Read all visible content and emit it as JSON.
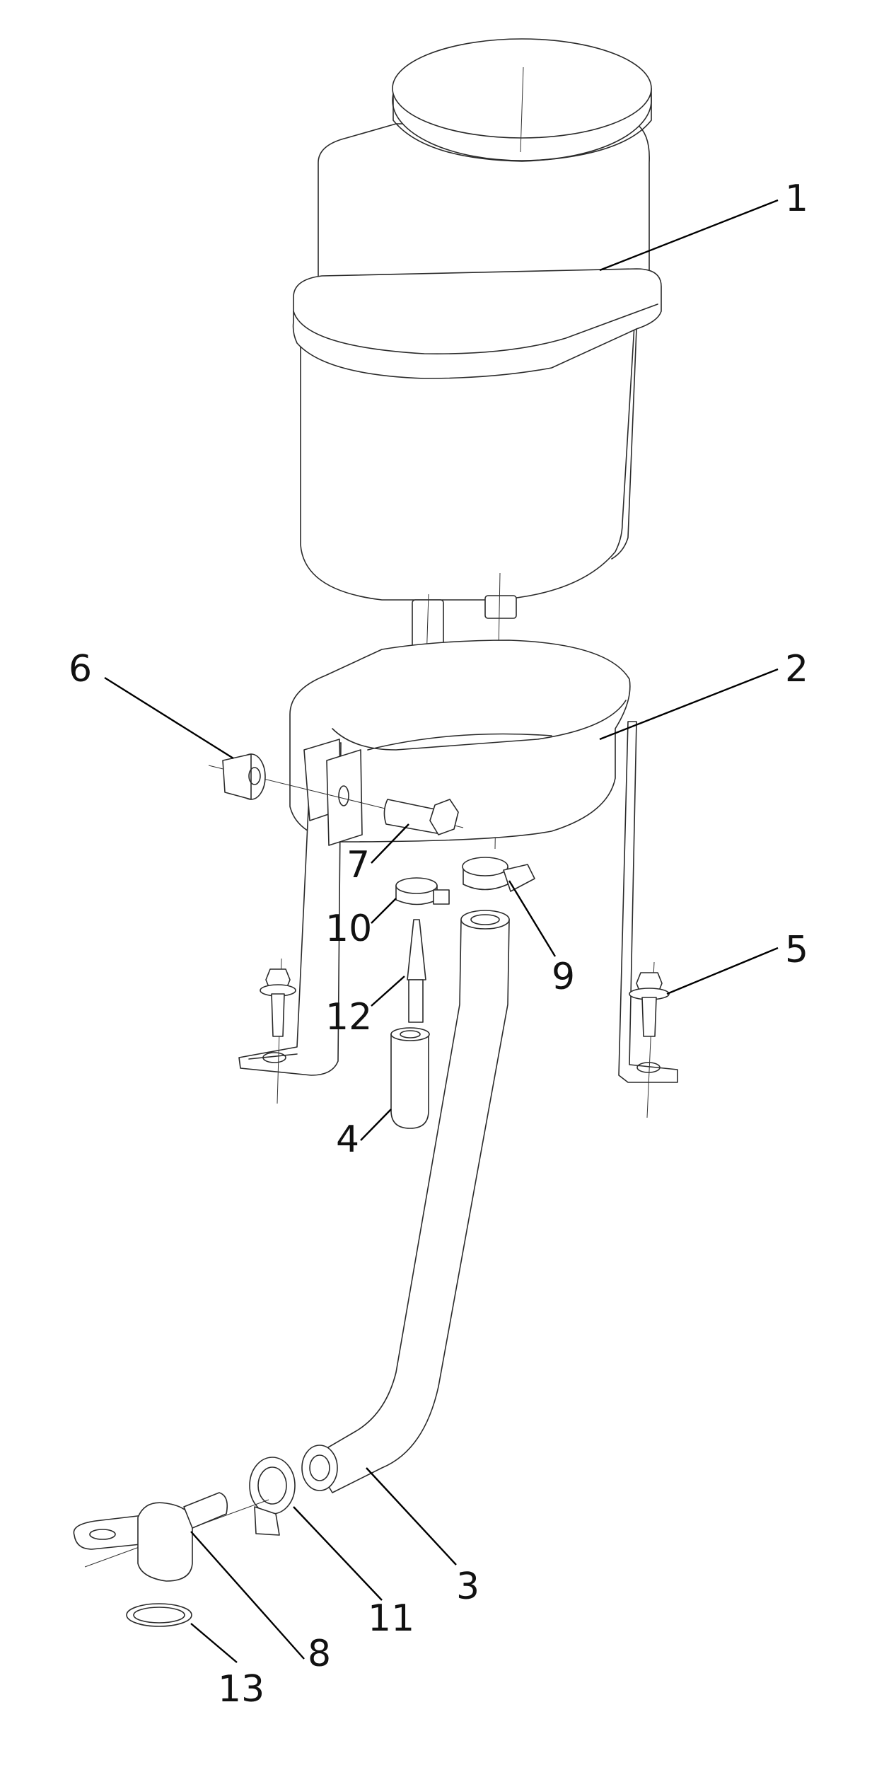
{
  "callouts": [
    {
      "id": "1",
      "label": "1"
    },
    {
      "id": "2",
      "label": "2"
    },
    {
      "id": "3",
      "label": "3"
    },
    {
      "id": "4",
      "label": "4"
    },
    {
      "id": "5",
      "label": "5"
    },
    {
      "id": "6",
      "label": "6"
    },
    {
      "id": "7",
      "label": "7"
    },
    {
      "id": "8",
      "label": "8"
    },
    {
      "id": "9",
      "label": "9"
    },
    {
      "id": "10",
      "label": "10"
    },
    {
      "id": "11",
      "label": "11"
    },
    {
      "id": "12",
      "label": "12"
    },
    {
      "id": "13",
      "label": "13"
    }
  ],
  "colors": {
    "line": "#2a2a2a",
    "background": "#ffffff",
    "text": "#111111"
  }
}
